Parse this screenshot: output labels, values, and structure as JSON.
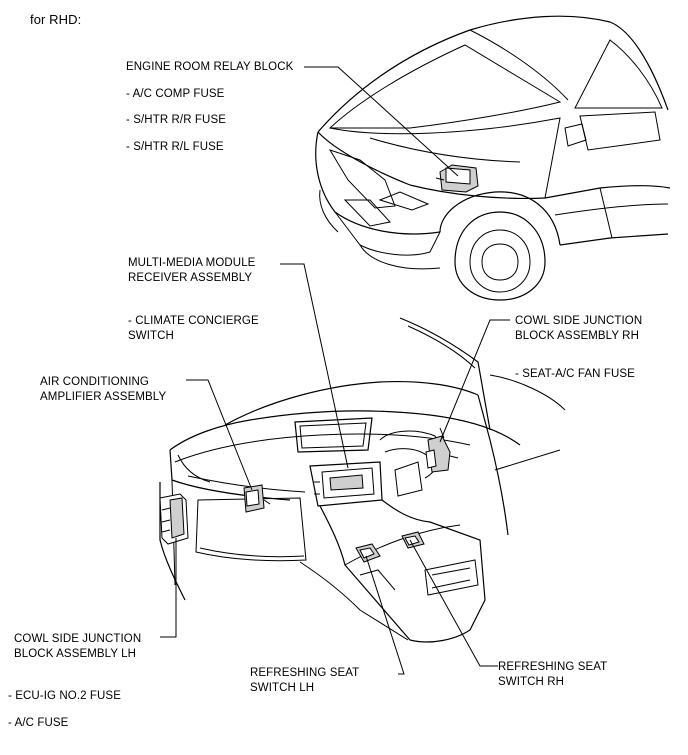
{
  "header": {
    "title": "for RHD:"
  },
  "callouts": {
    "engine_relay": {
      "title": "ENGINE ROOM RELAY BLOCK",
      "items": [
        "- A/C COMP FUSE",
        "- S/HTR R/R FUSE",
        "- S/HTR R/L FUSE"
      ]
    },
    "multimedia": {
      "title_line1": "MULTI-MEDIA MODULE",
      "title_line2": "RECEIVER ASSEMBLY",
      "item_line1": "- CLIMATE CONCIERGE",
      "item_line2": "SWITCH"
    },
    "cowl_rh": {
      "title_line1": "COWL SIDE JUNCTION",
      "title_line2": "BLOCK ASSEMBLY RH",
      "item": "- SEAT-A/C FAN FUSE"
    },
    "ac_amp": {
      "title_line1": "AIR CONDITIONING",
      "title_line2": "AMPLIFIER ASSEMBLY"
    },
    "cowl_lh": {
      "title_line1": "COWL SIDE JUNCTION",
      "title_line2": "BLOCK ASSEMBLY LH",
      "items": [
        "- ECU-IG NO.2 FUSE",
        "- A/C FUSE"
      ]
    },
    "seat_lh": {
      "title_line1": "REFRESHING SEAT",
      "title_line2": "SWITCH LH"
    },
    "seat_rh": {
      "title_line1": "REFRESHING SEAT",
      "title_line2": "SWITCH RH"
    }
  }
}
